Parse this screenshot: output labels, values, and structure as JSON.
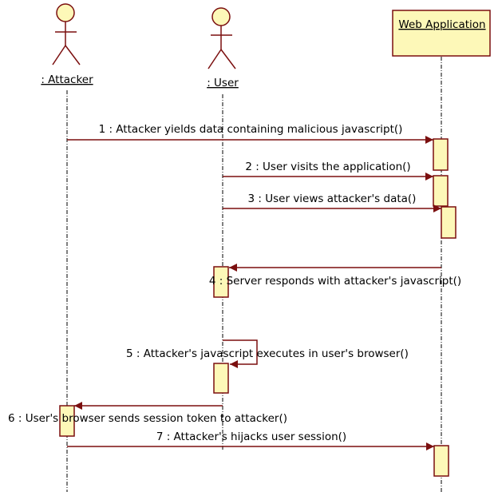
{
  "diagram": {
    "type": "uml-sequence",
    "colors": {
      "line": "#7b0f0f",
      "fill": "#fdf8b8",
      "text": "#000000",
      "lifeline": "#000000"
    },
    "participants": [
      {
        "id": "attacker",
        "kind": "actor",
        "label": ": Attacker"
      },
      {
        "id": "user",
        "kind": "actor",
        "label": ": User"
      },
      {
        "id": "webapp",
        "kind": "object",
        "label": "Web Application"
      }
    ],
    "messages": [
      {
        "from": "attacker",
        "to": "webapp",
        "label": "1 : Attacker yields data containing malicious javascript()"
      },
      {
        "from": "user",
        "to": "webapp",
        "label": "2 : User visits the application()"
      },
      {
        "from": "user",
        "to": "webapp",
        "label": "3 : User views attacker's data()"
      },
      {
        "from": "webapp",
        "to": "user",
        "label": "4 : Server responds with attacker's javascript()"
      },
      {
        "from": "user",
        "to": "user",
        "label": "5 : Attacker's javascript executes in user's browser()"
      },
      {
        "from": "user",
        "to": "attacker",
        "label": "6 : User's browser sends session token to attacker()"
      },
      {
        "from": "attacker",
        "to": "webapp",
        "label": "7 : Attacker's hijacks user session()"
      }
    ]
  }
}
